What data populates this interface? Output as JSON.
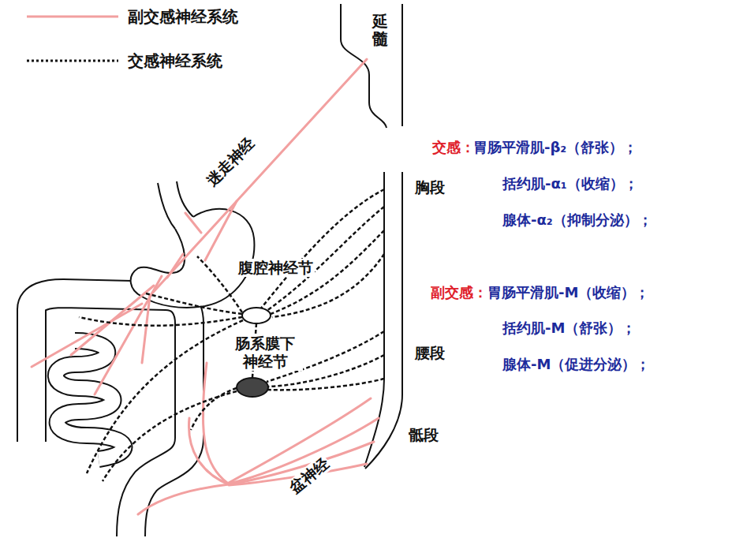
{
  "diagram": {
    "labels": [
      "延髓",
      "迷走神经",
      "胸段",
      "腹腔神经节",
      "肠系膜下 神经节",
      "腰段",
      "骶段",
      "盆神经",
      "交感：",
      "胃肠平滑肌-β₂（舒张）；",
      "括约肌-α₁（收缩）；",
      "腺体-α₂（抑制分泌）；",
      "副交感：",
      "胃肠平滑肌-M（收缩）；",
      "括约肌-M（舒张）；",
      "腺体-M（促进分泌）；"
    ],
    "legend": [
      {
        "text": "副交感神经系统"
      },
      {
        "text": "交感神经系统"
      }
    ]
  }
}
